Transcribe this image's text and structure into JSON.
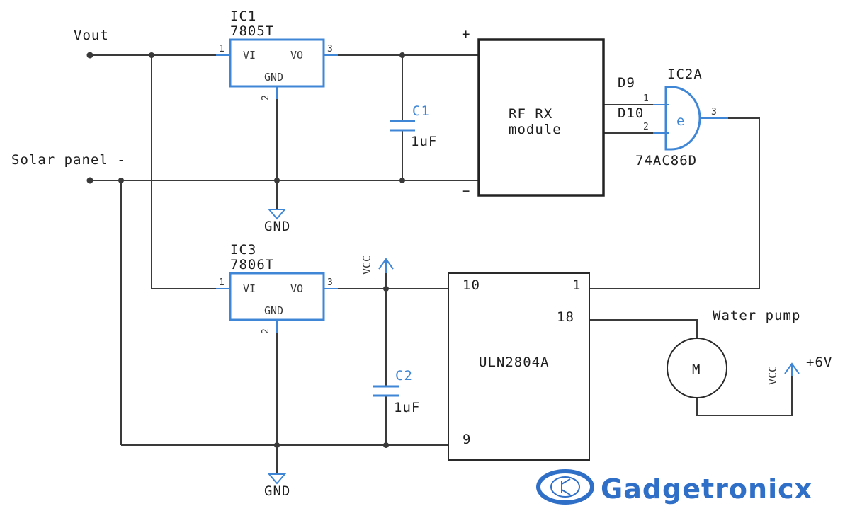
{
  "labels": {
    "vout": "Vout",
    "solar_panel": "Solar panel -",
    "plus": "+",
    "minus": "−",
    "gnd1": "GND",
    "gnd2": "GND",
    "vcc1": "VCC",
    "vcc2": "VCC",
    "supply": "+6V",
    "water_pump": "Water pump"
  },
  "ic1": {
    "ref": "IC1",
    "part": "7805T",
    "vi": "VI",
    "vo": "VO",
    "gnd": "GND",
    "pin1": "1",
    "pin2": "2",
    "pin3": "3"
  },
  "ic3": {
    "ref": "IC3",
    "part": "7806T",
    "vi": "VI",
    "vo": "VO",
    "gnd": "GND",
    "pin1": "1",
    "pin2": "2",
    "pin3": "3"
  },
  "c1": {
    "ref": "C1",
    "value": "1uF"
  },
  "c2": {
    "ref": "C2",
    "value": "1uF"
  },
  "rx": {
    "line1": "RF RX",
    "line2": "module",
    "d9": "D9",
    "d10": "D10"
  },
  "ic2a": {
    "ref": "IC2A",
    "part": "74AC86D",
    "symbol": "e",
    "pin1": "1",
    "pin2": "2",
    "pin3": "3"
  },
  "uln": {
    "name": "ULN2804A",
    "pin10": "10",
    "pin1": "1",
    "pin18": "18",
    "pin9": "9"
  },
  "motor": {
    "symbol": "M"
  },
  "logo": {
    "text": "Gadgetronicx"
  },
  "colors": {
    "component": "#3f87d6",
    "wire": "#3a3a3a",
    "logo": "#2f6fc8"
  }
}
